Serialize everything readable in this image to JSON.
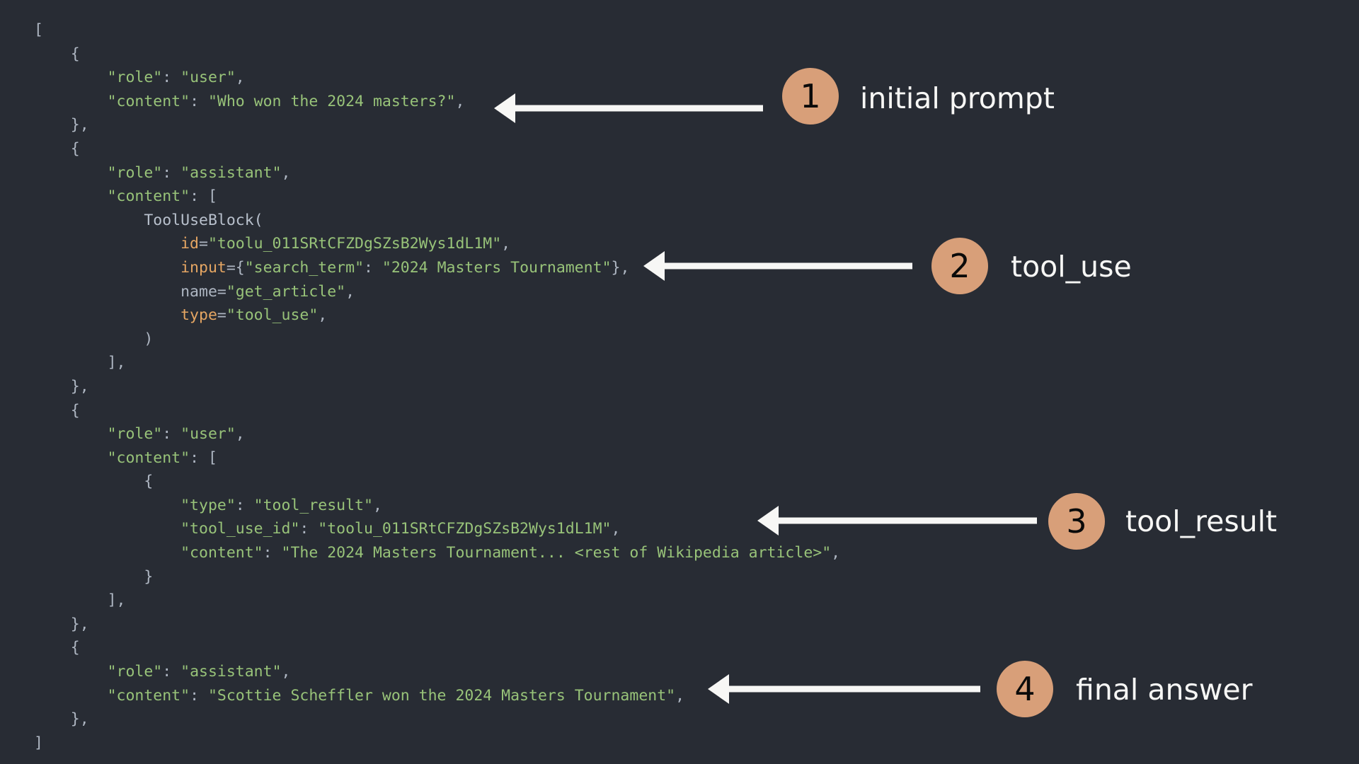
{
  "theme": {
    "background": "#282c34",
    "string_color": "#98c379",
    "punctuation_color": "#aeb6c2",
    "keyword_color": "#e5a663",
    "badge_color": "#d89f79",
    "badge_number_color": "#0a0a0a",
    "annotation_text_color": "#f7f7f5",
    "arrow_color": "#f7f7f5"
  },
  "code": {
    "lines": [
      {
        "indent": 0,
        "tokens": [
          {
            "t": "punc",
            "v": "["
          }
        ]
      },
      {
        "indent": 1,
        "tokens": [
          {
            "t": "punc",
            "v": "{"
          }
        ]
      },
      {
        "indent": 2,
        "tokens": [
          {
            "t": "str",
            "v": "\"role\""
          },
          {
            "t": "punc",
            "v": ": "
          },
          {
            "t": "str",
            "v": "\"user\""
          },
          {
            "t": "punc",
            "v": ","
          }
        ]
      },
      {
        "indent": 2,
        "tokens": [
          {
            "t": "str",
            "v": "\"content\""
          },
          {
            "t": "punc",
            "v": ": "
          },
          {
            "t": "str",
            "v": "\"Who won the 2024 masters?\""
          },
          {
            "t": "punc",
            "v": ","
          }
        ]
      },
      {
        "indent": 1,
        "tokens": [
          {
            "t": "punc",
            "v": "},"
          }
        ]
      },
      {
        "indent": 1,
        "tokens": [
          {
            "t": "punc",
            "v": "{"
          }
        ]
      },
      {
        "indent": 2,
        "tokens": [
          {
            "t": "str",
            "v": "\"role\""
          },
          {
            "t": "punc",
            "v": ": "
          },
          {
            "t": "str",
            "v": "\"assistant\""
          },
          {
            "t": "punc",
            "v": ","
          }
        ]
      },
      {
        "indent": 2,
        "tokens": [
          {
            "t": "str",
            "v": "\"content\""
          },
          {
            "t": "punc",
            "v": ": "
          },
          {
            "t": "punc",
            "v": "["
          }
        ]
      },
      {
        "indent": 3,
        "tokens": [
          {
            "t": "cls",
            "v": "ToolUseBlock("
          }
        ]
      },
      {
        "indent": 4,
        "tokens": [
          {
            "t": "kw",
            "v": "id"
          },
          {
            "t": "punc",
            "v": "="
          },
          {
            "t": "str",
            "v": "\"toolu_011SRtCFZDgSZsB2Wys1dL1M\""
          },
          {
            "t": "punc",
            "v": ","
          }
        ]
      },
      {
        "indent": 4,
        "tokens": [
          {
            "t": "kw",
            "v": "input"
          },
          {
            "t": "punc",
            "v": "={"
          },
          {
            "t": "str",
            "v": "\"search_term\""
          },
          {
            "t": "punc",
            "v": ": "
          },
          {
            "t": "str",
            "v": "\"2024 Masters Tournament\""
          },
          {
            "t": "punc",
            "v": "},"
          }
        ]
      },
      {
        "indent": 4,
        "tokens": [
          {
            "t": "plain",
            "v": "name"
          },
          {
            "t": "punc",
            "v": "="
          },
          {
            "t": "str",
            "v": "\"get_article\""
          },
          {
            "t": "punc",
            "v": ","
          }
        ]
      },
      {
        "indent": 4,
        "tokens": [
          {
            "t": "kw",
            "v": "type"
          },
          {
            "t": "punc",
            "v": "="
          },
          {
            "t": "str",
            "v": "\"tool_use\""
          },
          {
            "t": "punc",
            "v": ","
          }
        ]
      },
      {
        "indent": 3,
        "tokens": [
          {
            "t": "punc",
            "v": ")"
          }
        ]
      },
      {
        "indent": 2,
        "tokens": [
          {
            "t": "punc",
            "v": "],"
          }
        ]
      },
      {
        "indent": 1,
        "tokens": [
          {
            "t": "punc",
            "v": "},"
          }
        ]
      },
      {
        "indent": 1,
        "tokens": [
          {
            "t": "punc",
            "v": "{"
          }
        ]
      },
      {
        "indent": 2,
        "tokens": [
          {
            "t": "str",
            "v": "\"role\""
          },
          {
            "t": "punc",
            "v": ": "
          },
          {
            "t": "str",
            "v": "\"user\""
          },
          {
            "t": "punc",
            "v": ","
          }
        ]
      },
      {
        "indent": 2,
        "tokens": [
          {
            "t": "str",
            "v": "\"content\""
          },
          {
            "t": "punc",
            "v": ": "
          },
          {
            "t": "punc",
            "v": "["
          }
        ]
      },
      {
        "indent": 3,
        "tokens": [
          {
            "t": "punc",
            "v": "{"
          }
        ]
      },
      {
        "indent": 4,
        "tokens": [
          {
            "t": "str",
            "v": "\"type\""
          },
          {
            "t": "punc",
            "v": ": "
          },
          {
            "t": "str",
            "v": "\"tool_result\""
          },
          {
            "t": "punc",
            "v": ","
          }
        ]
      },
      {
        "indent": 4,
        "tokens": [
          {
            "t": "str",
            "v": "\"tool_use_id\""
          },
          {
            "t": "punc",
            "v": ": "
          },
          {
            "t": "str",
            "v": "\"toolu_011SRtCFZDgSZsB2Wys1dL1M\""
          },
          {
            "t": "punc",
            "v": ","
          }
        ]
      },
      {
        "indent": 4,
        "tokens": [
          {
            "t": "str",
            "v": "\"content\""
          },
          {
            "t": "punc",
            "v": ": "
          },
          {
            "t": "str",
            "v": "\"The 2024 Masters Tournament... <rest of Wikipedia article>\""
          },
          {
            "t": "punc",
            "v": ","
          }
        ]
      },
      {
        "indent": 3,
        "tokens": [
          {
            "t": "punc",
            "v": "}"
          }
        ]
      },
      {
        "indent": 2,
        "tokens": [
          {
            "t": "punc",
            "v": "],"
          }
        ]
      },
      {
        "indent": 1,
        "tokens": [
          {
            "t": "punc",
            "v": "},"
          }
        ]
      },
      {
        "indent": 1,
        "tokens": [
          {
            "t": "punc",
            "v": "{"
          }
        ]
      },
      {
        "indent": 2,
        "tokens": [
          {
            "t": "str",
            "v": "\"role\""
          },
          {
            "t": "punc",
            "v": ": "
          },
          {
            "t": "str",
            "v": "\"assistant\""
          },
          {
            "t": "punc",
            "v": ","
          }
        ]
      },
      {
        "indent": 2,
        "tokens": [
          {
            "t": "str",
            "v": "\"content\""
          },
          {
            "t": "punc",
            "v": ": "
          },
          {
            "t": "str",
            "v": "\"Scottie Scheffler won the 2024 Masters Tournament\""
          },
          {
            "t": "punc",
            "v": ","
          }
        ]
      },
      {
        "indent": 1,
        "tokens": [
          {
            "t": "punc",
            "v": "},"
          }
        ]
      },
      {
        "indent": 0,
        "tokens": [
          {
            "t": "punc",
            "v": "]"
          }
        ]
      }
    ]
  },
  "annotations": [
    {
      "number": "1",
      "label": "initial prompt"
    },
    {
      "number": "2",
      "label": "tool_use"
    },
    {
      "number": "3",
      "label": "tool_result"
    },
    {
      "number": "4",
      "label": "final answer"
    }
  ]
}
